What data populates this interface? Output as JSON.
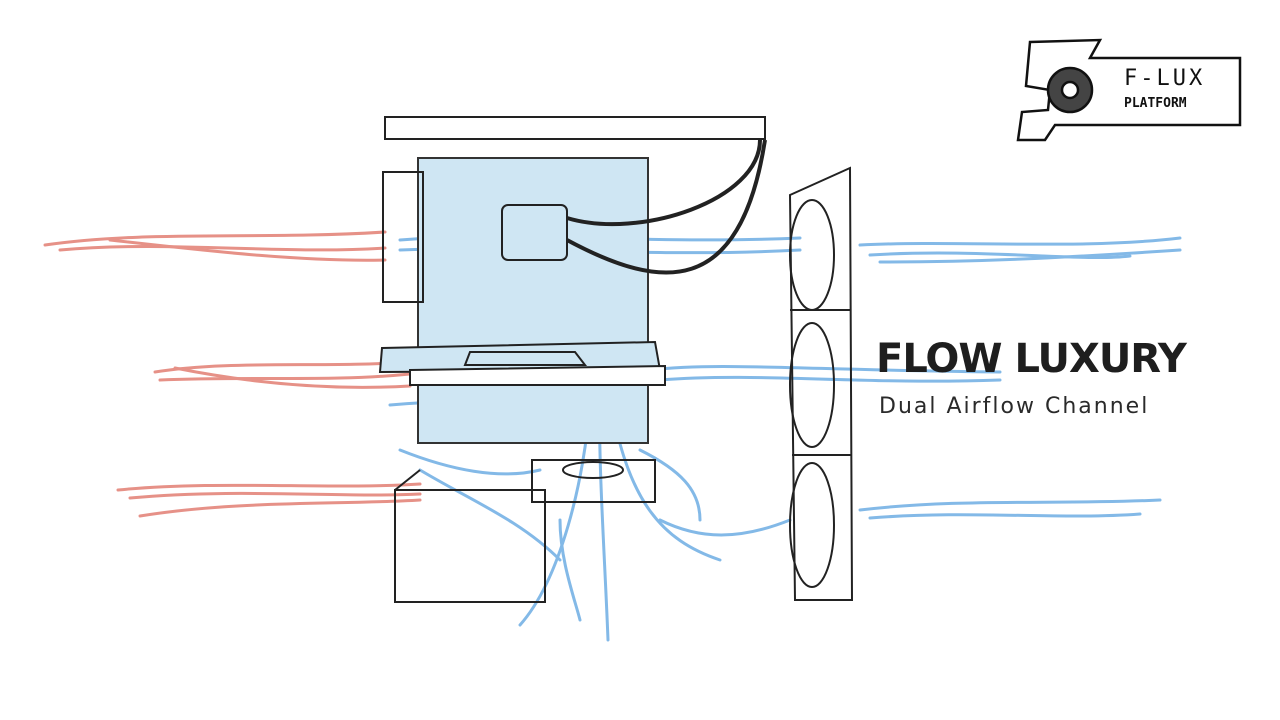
{
  "heading": {
    "title": "FLOW LUXURY",
    "subtitle": "Dual Airflow Channel"
  },
  "logo": {
    "line1": "F-LUX",
    "line2": "PLATFORM"
  },
  "colors": {
    "cool_air": "#5aa2e0",
    "warm_air": "#e0766a",
    "lines": "#222222",
    "panel": "#cfe6f3"
  }
}
